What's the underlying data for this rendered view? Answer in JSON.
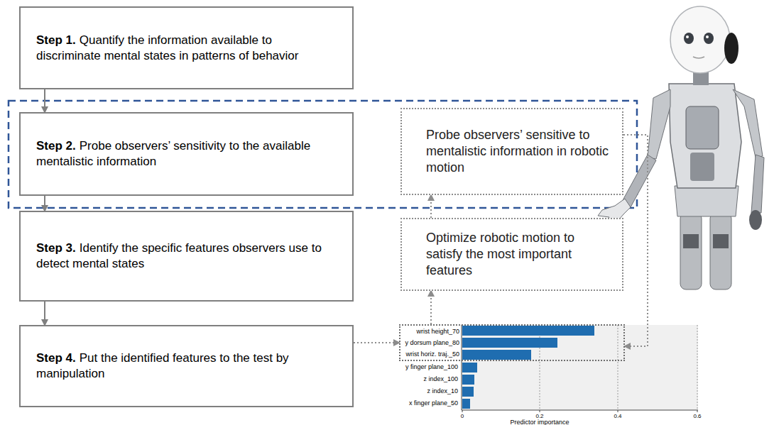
{
  "diagram": {
    "nodes": [
      {
        "text": [
          "Step 1.",
          "Quantify the information available to discriminate mental states in patterns of behavior"
        ]
      },
      {
        "text": [
          "Step 2.",
          "Probe observers’ sensitivity to the available mentalistic information"
        ]
      },
      {
        "text": [
          "Probe observers’ sensitive to mentalistic information in robotic motion"
        ]
      },
      {
        "text": [
          "Step 3.",
          "Identify the specific features observers use to detect mental states"
        ]
      },
      {
        "text": [
          "Optimize robotic motion to satisfy the most important features"
        ]
      },
      {
        "text": [
          "Step 4.",
          "Put the identified features to the test by manipulation"
        ]
      },
      {
        "text": [
          "wrist height_70",
          "y dorsum plane_80",
          "wrist horiz. traj._50"
        ]
      }
    ],
    "edges": [
      {
        "from": 0,
        "to": 1,
        "arrow": "to"
      },
      {
        "from": 1,
        "to": 3,
        "arrow": "to"
      },
      {
        "from": 3,
        "to": 5,
        "arrow": "to"
      },
      {
        "from": 5,
        "to": 6,
        "arrow": "to"
      },
      {
        "from": 6,
        "to": 4,
        "arrow": "to"
      },
      {
        "from": 4,
        "to": 2,
        "arrow": "to"
      },
      {
        "from": 2,
        "to": 6,
        "arrow": "to"
      }
    ],
    "labels": [
      "y finger plane_100",
      "z index_100",
      "z index_10",
      "x finger plane_50",
      "0",
      "0.2",
      "0.4",
      "0.6",
      "Predictor importance"
    ]
  }
}
